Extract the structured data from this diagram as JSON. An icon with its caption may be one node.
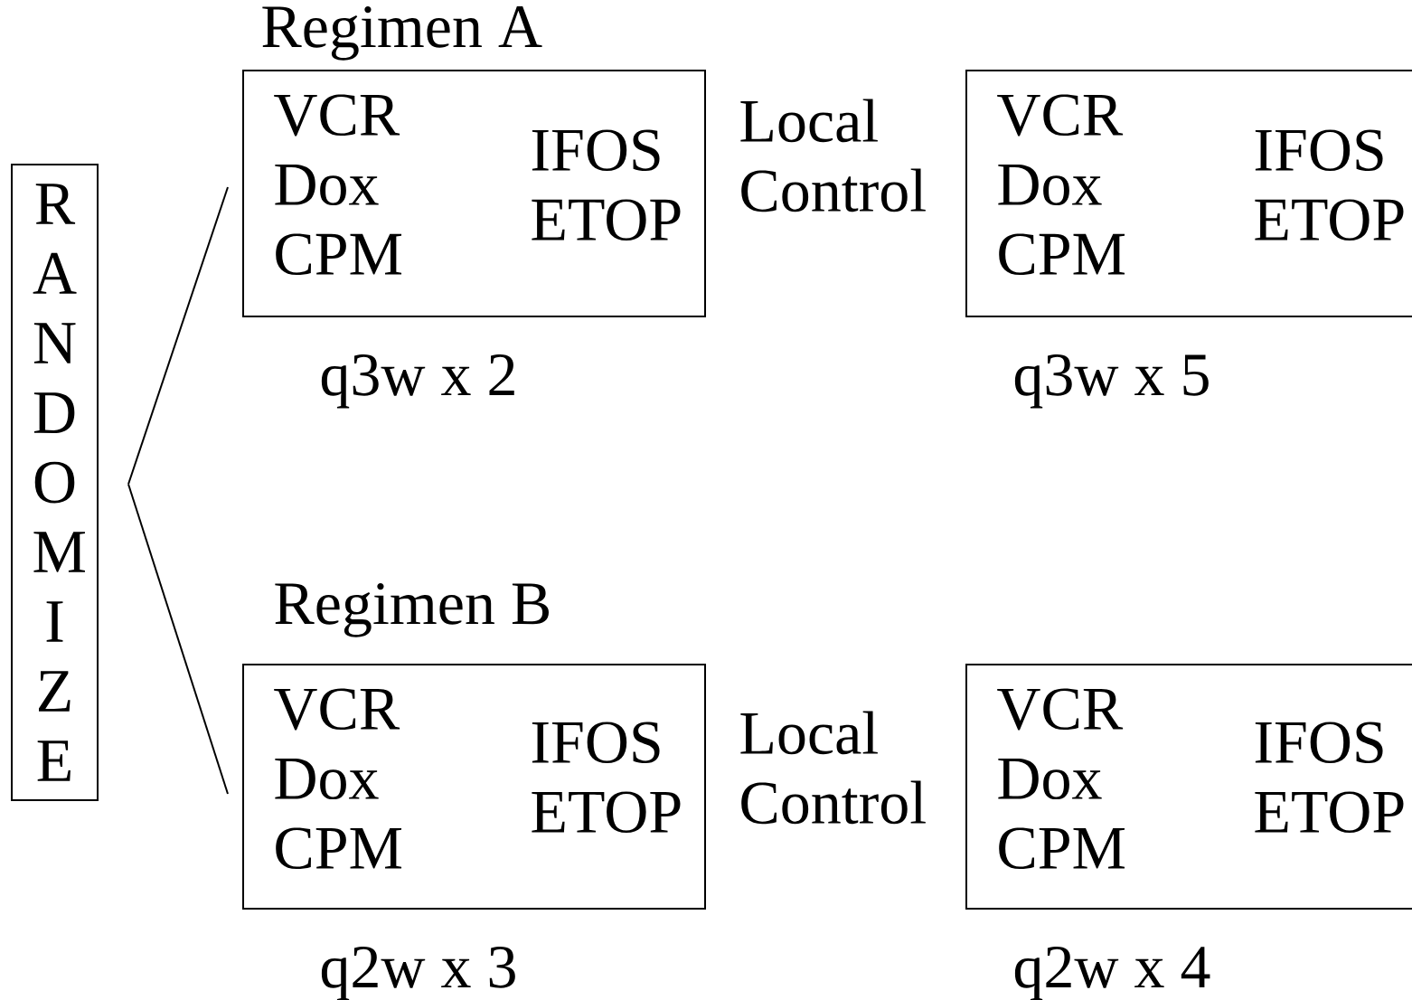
{
  "diagram": {
    "nodes": [
      {
        "text": [
          "R A N D O M I Z E"
        ]
      },
      {
        "text": [
          "Regimen A",
          "VCR Dox CPM",
          "IFOS ETOP"
        ],
        "beside": [
          "q3w x 2"
        ]
      },
      {
        "text": [
          "VCR Dox CPM",
          "IFOS ETOP"
        ],
        "beside": [
          "q3w x 5"
        ]
      },
      {
        "text": [
          "Regimen B",
          "VCR Dox CPM",
          "IFOS ETOP"
        ],
        "beside": [
          "q2w x 3"
        ]
      },
      {
        "text": [
          "VCR Dox CPM",
          "IFOS ETOP"
        ],
        "beside": [
          "q2w x 4"
        ]
      }
    ],
    "edges": [
      {
        "from": 0,
        "to": 1,
        "arrow": "none"
      },
      {
        "from": 0,
        "to": 3,
        "arrow": "none"
      }
    ],
    "labels": [
      "Local Control",
      "Local Control"
    ]
  }
}
